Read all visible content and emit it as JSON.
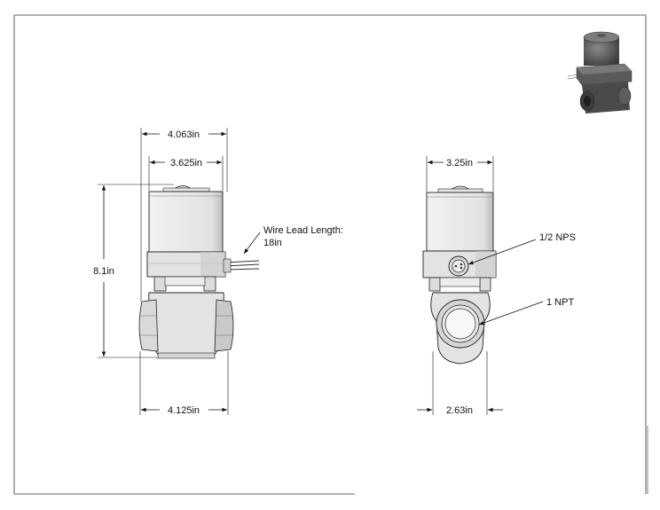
{
  "front_view": {
    "dim_overall_width": "4.063in",
    "dim_coil_width": "3.625in",
    "dim_height": "8.1in",
    "dim_base_width": "4.125in",
    "wire_callout_line1": "Wire Lead Length:",
    "wire_callout_line2": "18in"
  },
  "side_view": {
    "dim_top_width": "3.25in",
    "dim_base_width": "2.63in",
    "callout_small_port": "1/2 NPS",
    "callout_main_port": "1 NPT"
  },
  "colors": {
    "body_fill": "#e6e6e6",
    "shadow_fill": "#c4c4c4",
    "line": "#111111"
  }
}
